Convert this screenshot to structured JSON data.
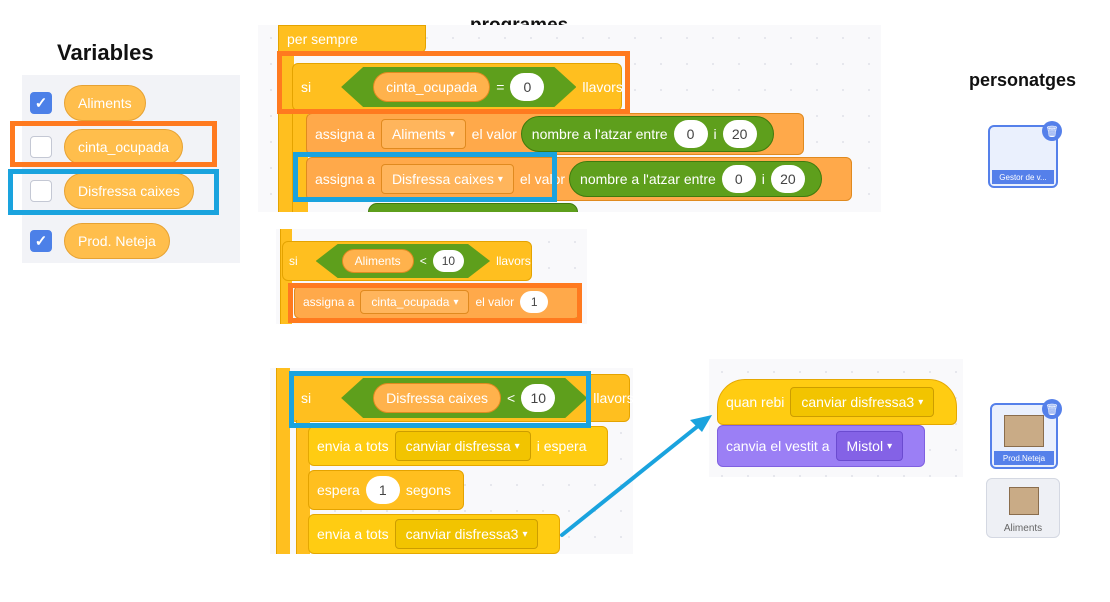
{
  "headings": {
    "variables": "Variables",
    "programes": "programes",
    "personatges": "personatges"
  },
  "variables": [
    {
      "name": "Aliments",
      "checked": true
    },
    {
      "name": "cinta_ocupada",
      "checked": false
    },
    {
      "name": "Disfressa caixes",
      "checked": false
    },
    {
      "name": "Prod. Neteja",
      "checked": true
    }
  ],
  "script1": {
    "forever": "per sempre",
    "if": "si",
    "var": "cinta_ocupada",
    "eq": "=",
    "eq_value": "0",
    "then": "llavors",
    "set1_label": "assigna a",
    "set1_var": "Aliments",
    "set1_to": "el valor",
    "random1_label": "nombre a l'atzar entre",
    "random1_from": "0",
    "random1_and": "i",
    "random1_to": "20",
    "set2_label": "assigna a",
    "set2_var": "Disfressa caixes",
    "set2_to": "el valor",
    "random2_label": "nombre a l'atzar entre",
    "random2_from": "0",
    "random2_and": "i",
    "random2_to": "20"
  },
  "script2": {
    "if": "si",
    "var": "Aliments",
    "lt": "<",
    "value": "10",
    "then": "llavors",
    "set_label": "assigna a",
    "set_var": "cinta_ocupada",
    "set_to": "el valor",
    "set_value": "1"
  },
  "script3": {
    "if": "si",
    "var": "Disfressa caixes",
    "lt": "<",
    "value": "10",
    "then": "llavors",
    "broadcast1_label": "envia a tots",
    "broadcast1_msg": "canviar disfressa",
    "broadcast1_suffix": "i espera",
    "wait_label": "espera",
    "wait_value": "1",
    "wait_unit": "segons",
    "broadcast2_label": "envia a tots",
    "broadcast2_msg": "canviar disfressa3"
  },
  "script4": {
    "hat_label": "quan rebi",
    "hat_msg": "canviar disfressa3",
    "look_label": "canvia el vestit a",
    "look_costume": "Mistol"
  },
  "sprites": [
    {
      "name": "Gestor de v..."
    },
    {
      "name": "Prod.Neteja"
    },
    {
      "name": "Aliments"
    }
  ],
  "icons": {
    "check": "✓",
    "caret": "▾",
    "trash": "🗑"
  },
  "colors": {
    "highlight_orange": "#ff7a1f",
    "highlight_blue": "#1aa3de",
    "control": "#ffbf1f",
    "variables": "#ffa94a",
    "operators": "#5e9f1c",
    "looks": "#9b7ff5",
    "arrow": "#1aa3de"
  }
}
